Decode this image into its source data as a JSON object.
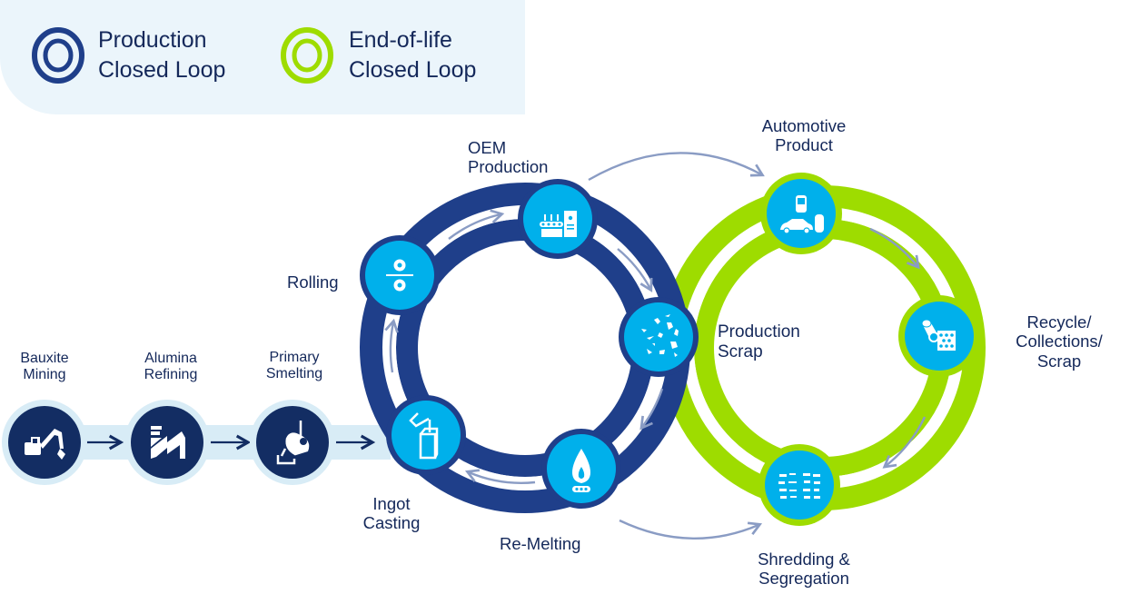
{
  "legend": {
    "items": [
      {
        "line1": "Production",
        "line2": "Closed Loop",
        "color": "#1f3f8a"
      },
      {
        "line1": "End-of-life",
        "line2": "Closed Loop",
        "color": "#9edc00"
      }
    ]
  },
  "upstream": {
    "steps": [
      {
        "line1": "Bauxite",
        "line2": "Mining",
        "icon": "excavator-icon"
      },
      {
        "line1": "Alumina",
        "line2": "Refining",
        "icon": "factory-icon"
      },
      {
        "line1": "Primary",
        "line2": "Smelting",
        "icon": "ladle-icon"
      }
    ]
  },
  "production_loop": {
    "nodes": [
      {
        "line1": "OEM",
        "line2": "Production",
        "icon": "assembly-line-icon"
      },
      {
        "line1": "Production",
        "line2": "Scrap",
        "icon": "scrap-pieces-icon"
      },
      {
        "line1": "Re-Melting",
        "line2": "",
        "icon": "flame-icon"
      },
      {
        "line1": "Ingot",
        "line2": "Casting",
        "icon": "ingot-casting-icon"
      },
      {
        "line1": "Rolling",
        "line2": "",
        "icon": "rolling-mill-icon"
      }
    ]
  },
  "end_of_life_loop": {
    "nodes": [
      {
        "line1": "Automotive",
        "line2": "Product",
        "icon": "car-and-devices-icon"
      },
      {
        "line1": "Recycle/",
        "line2": "Collections/",
        "line3": "Scrap",
        "icon": "recycling-cans-icon"
      },
      {
        "line1": "Shredding &",
        "line2": "Segregation",
        "icon": "shredded-metal-icon"
      }
    ]
  },
  "colors": {
    "navy": "#14285a",
    "ring_blue": "#1f3f8a",
    "ring_green": "#9edc00",
    "node_cyan": "#00b0eb",
    "arrow_grey": "#8a9cc4",
    "legend_bg": "#ebf5fb",
    "upstream_navy": "#132d63",
    "upstream_halo": "#d8ecf6"
  }
}
